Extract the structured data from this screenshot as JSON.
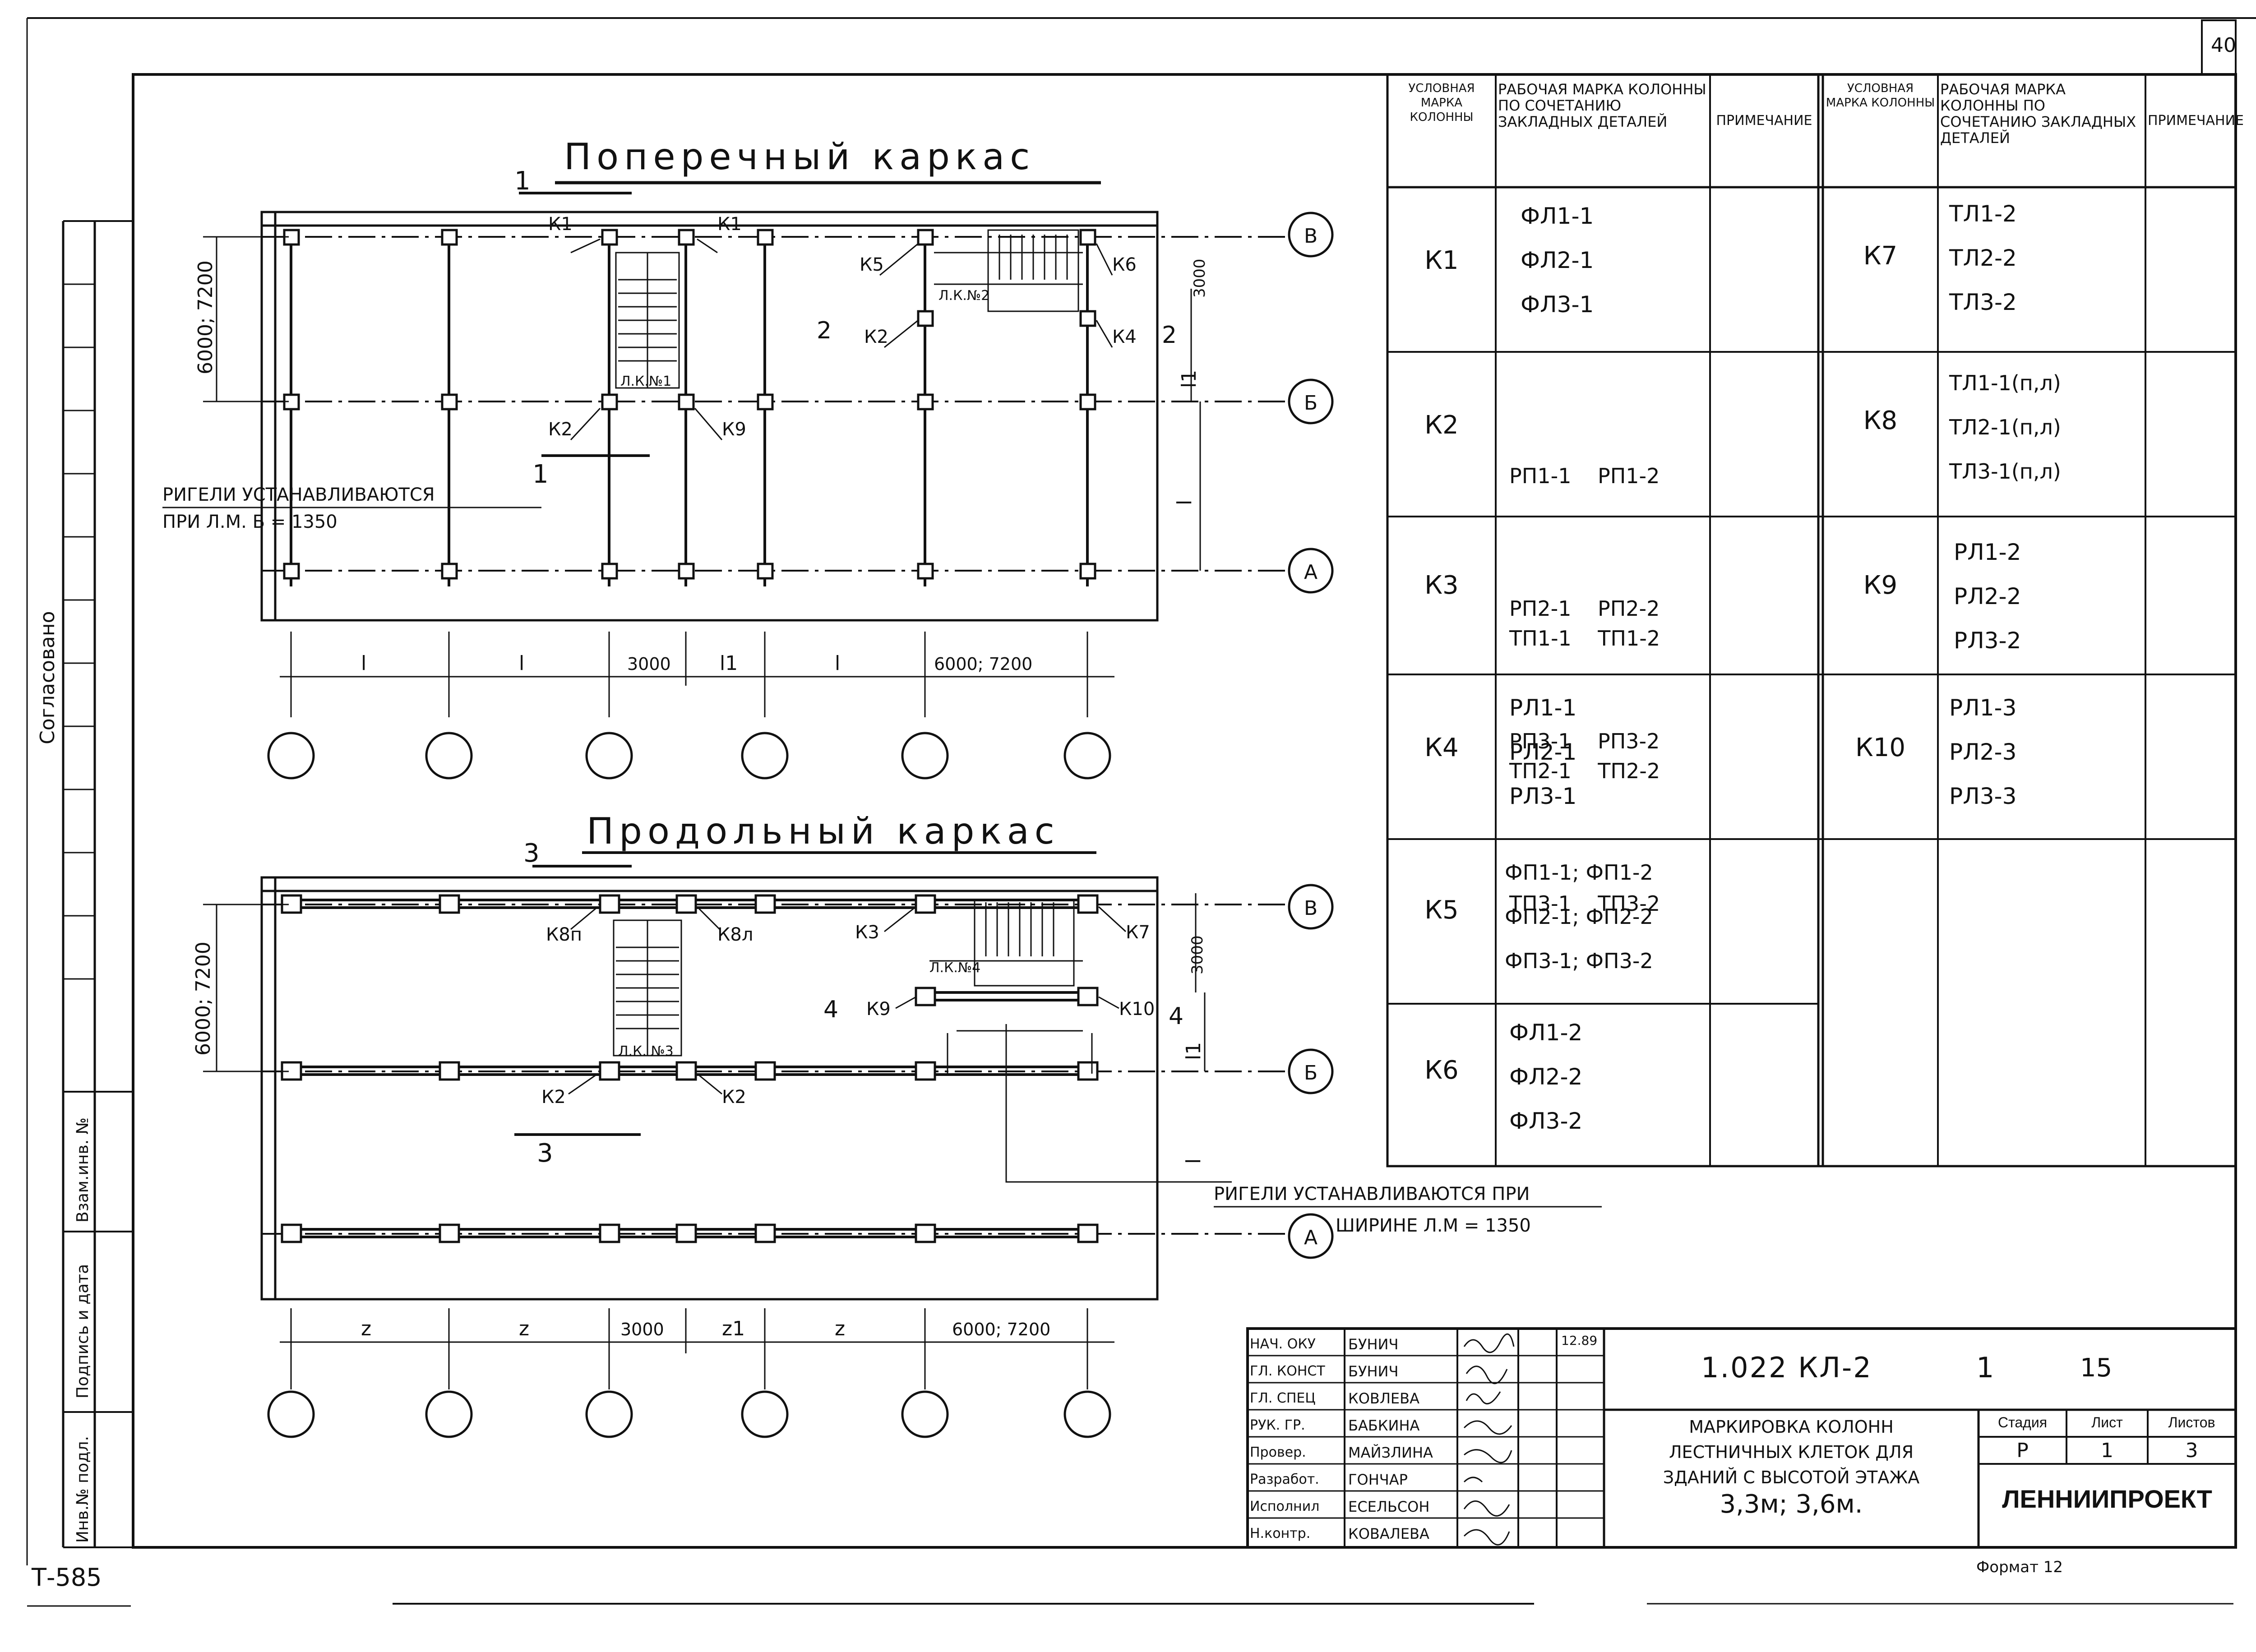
{
  "sheet": {
    "page_number": "40",
    "archive_code": "Т-585",
    "format_note": "Формат 12",
    "left_margin_label": "Согласовано",
    "left_stamp_labels": [
      "Взам.инв. №",
      "Подпись и дата",
      "Инв.№ подл."
    ]
  },
  "transverse_frame": {
    "title": "Поперечный   каркас",
    "section_mark": "1",
    "section_mark_2": "2",
    "axes": [
      "В",
      "Б",
      "А"
    ],
    "column_labels": [
      "К1",
      "К1",
      "К5",
      "К6",
      "К2",
      "К4",
      "К2",
      "К9"
    ],
    "stair_labels": [
      "Л.К.№1",
      "Л.К.№2"
    ],
    "dims_bottom": [
      "l",
      "l",
      "3000",
      "l1",
      "l",
      "6000; 7200"
    ],
    "dims_left": "6000; 7200",
    "dim_right_top": "3000",
    "dim_right_mid": "l1",
    "dim_right_low": "l",
    "note_line1": "РИГЕЛИ     УСТАНАВЛИВАЮТСЯ",
    "note_line2": "ПРИ  Л.М.  Б = 1350"
  },
  "longitudinal_frame": {
    "title": "Продольный   каркас",
    "section_mark": "3",
    "section_mark_2": "4",
    "axes": [
      "В",
      "Б",
      "А"
    ],
    "column_labels": [
      "К8п",
      "К8л",
      "К3",
      "К7",
      "К9",
      "К10",
      "К2",
      "К2"
    ],
    "stair_labels": [
      "Л.К. №3",
      "Л.К.№4"
    ],
    "dims_bottom": [
      "z",
      "z",
      "3000",
      "z1",
      "z",
      "6000; 7200"
    ],
    "dims_left": "6000; 7200",
    "dim_right_top": "3000",
    "dim_right_mid": "l1",
    "dim_right_low": "l",
    "note_line1": "РИГЕЛИ   УСТАНАВЛИВАЮТСЯ  ПРИ",
    "note_line2": "ШИРИНЕ  Л.М = 1350"
  },
  "marking_table": {
    "headers": [
      "УСЛОВНАЯ МАРКА КОЛОННЫ",
      "РАБОЧАЯ МАРКА КОЛОННЫ ПО СОЧЕТАНИЮ ЗАКЛАДНЫХ ДЕТАЛЕЙ",
      "ПРИМЕЧАНИЕ",
      "УСЛОВНАЯ МАРКА КОЛОННЫ",
      "РАБОЧАЯ МАРКА КОЛОННЫ ПО СОЧЕТАНИЮ ЗАКЛАДНЫХ ДЕТАЛЕЙ",
      "ПРИМЕЧАНИЕ"
    ],
    "left_rows": [
      {
        "mark": "К1",
        "lines": [
          "ФЛ1-1",
          "ФЛ2-1",
          "ФЛ3-1"
        ]
      },
      {
        "mark": "К2",
        "lines": [
          "РП1-1    РП1-2",
          "РП2-1    РП2-2",
          "РП3-1    РП3-2"
        ]
      },
      {
        "mark": "К3",
        "lines": [
          "ТП1-1    ТП1-2",
          "ТП2-1    ТП2-2",
          "ТП3-1    ТП3-2"
        ]
      },
      {
        "mark": "К4",
        "lines": [
          "РЛ1-1",
          "РЛ2-1",
          "РЛ3-1"
        ]
      },
      {
        "mark": "К5",
        "lines": [
          "ФП1-1; ФП1-2",
          "ФП2-1; ФП2-2",
          "ФП3-1; ФП3-2"
        ]
      },
      {
        "mark": "К6",
        "lines": [
          "ФЛ1-2",
          "ФЛ2-2",
          "ФЛ3-2"
        ]
      }
    ],
    "right_rows": [
      {
        "mark": "К7",
        "lines": [
          "ТЛ1-2",
          "ТЛ2-2",
          "ТЛ3-2"
        ]
      },
      {
        "mark": "К8",
        "lines": [
          "ТЛ1-1(п,л)",
          "ТЛ2-1(п,л)",
          "ТЛ3-1(п,л)"
        ]
      },
      {
        "mark": "К9",
        "lines": [
          "РЛ1-2",
          "РЛ2-2",
          "РЛ3-2"
        ]
      },
      {
        "mark": "К10",
        "lines": [
          "РЛ1-3",
          "РЛ2-3",
          "РЛ3-3"
        ]
      },
      {
        "mark": "",
        "lines": []
      },
      {
        "mark": "",
        "lines": []
      }
    ]
  },
  "title_block": {
    "roles": [
      "НАЧ. ОКУ",
      "ГЛ. КОНСТ",
      "ГЛ. СПЕЦ",
      "РУК. ГР.",
      "Провер.",
      "Разработ.",
      "Исполнил",
      "Н.контр."
    ],
    "names": [
      "БУНИЧ",
      "БУНИЧ",
      "КОВЛЕВА",
      "БАБКИНА",
      "МАЙЗЛИНА",
      "ГОНЧАР",
      "ЕСЕЛЬСОН",
      "КОВАЛЕВА"
    ],
    "date": "12.89",
    "doc_code": "1.022   КЛ-2",
    "code_extra_1": "1",
    "code_extra_2": "15",
    "title_line1": "МАРКИРОВКА  КОЛОНН",
    "title_line2": "ЛЕСТНИЧНЫХ  КЛЕТОК ДЛЯ",
    "title_line3": "ЗДАНИЙ С ВЫСОТОЙ  ЭТАЖА",
    "title_line4": "3,3м; 3,6м.",
    "stage_header": "Стадия",
    "sheet_header": "Лист",
    "sheets_header": "Листов",
    "stage": "Р",
    "sheet": "1",
    "sheets": "3",
    "org": "ЛЕННИИПРОЕКТ"
  }
}
